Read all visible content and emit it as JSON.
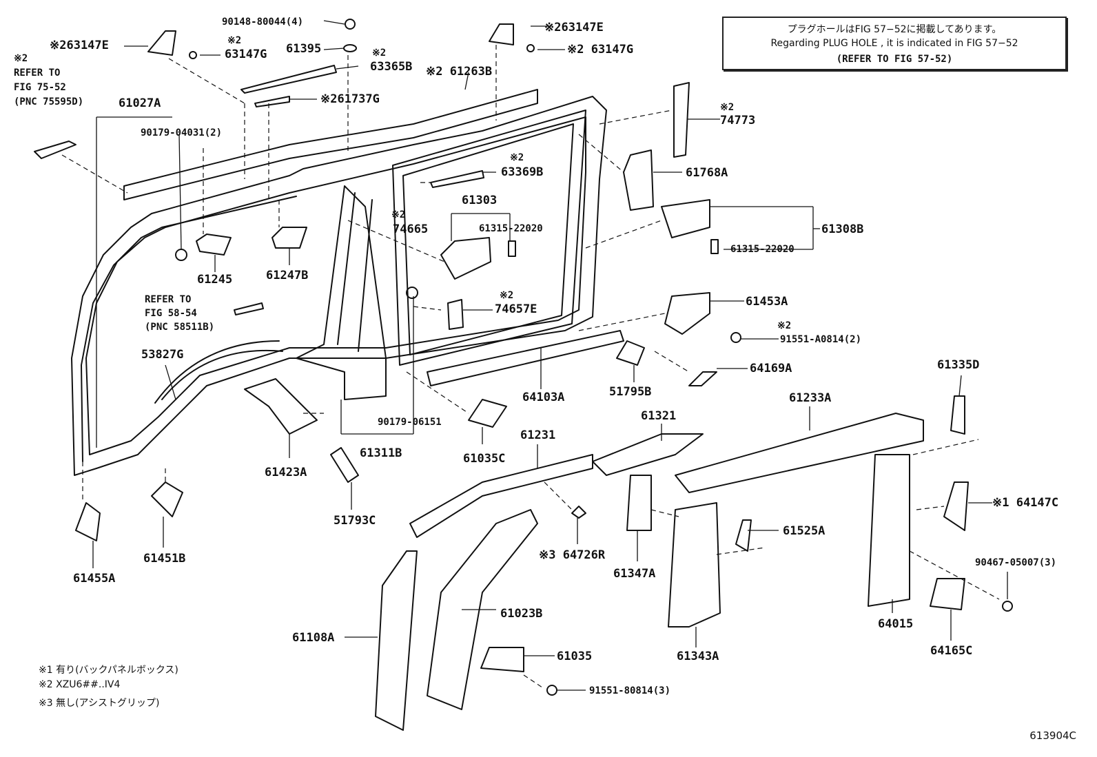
{
  "note": {
    "line_jp": "プラグホールはFIG 57−52に掲載してあります。",
    "line_en": "Regarding PLUG HOLE , it is indicated in FIG 57−52",
    "line_ref": "(REFER TO FIG 57-52)"
  },
  "refs": {
    "ref_75": [
      "※2",
      "REFER TO",
      "FIG 75-52",
      "(PNC 75595D)"
    ],
    "ref_58": [
      "REFER TO",
      "FIG 58-54",
      "(PNC 58511B)"
    ]
  },
  "labels": {
    "p90148": "90148-80044(4)",
    "p63147E_a": "※263147E",
    "p63147G_a_mark": "※2",
    "p63147G_a": "63147G",
    "p61395": "61395",
    "p63365B_mark": "※2",
    "p63365B": "63365B",
    "p61263B": "※2 61263B",
    "p61737G": "※261737G",
    "p61027A": "61027A",
    "p90179_04031": "90179-04031(2)",
    "p63147E_b": "※263147E",
    "p63147G_b": "※2 63147G",
    "p74773_mark": "※2",
    "p74773": "74773",
    "p63369B_mark": "※2",
    "p63369B": "63369B",
    "p61768A": "61768A",
    "p61303": "61303",
    "p61315_a": "61315-22020",
    "p74665_mark": "※2",
    "p74665": "74665",
    "p61308B": "61308B",
    "p61315_b": "61315-22020",
    "p61245": "61245",
    "p61247B": "61247B",
    "p74657E_mark": "※2",
    "p74657E": "74657E",
    "p61453A": "61453A",
    "p91551_A0814_mark": "※2",
    "p91551_A0814": "91551-A0814(2)",
    "p53827G": "53827G",
    "p64169A": "64169A",
    "p64103A": "64103A",
    "p51795B": "51795B",
    "p61335D": "61335D",
    "p61233A": "61233A",
    "p90179_06151": "90179-06151",
    "p61321": "61321",
    "p61231": "61231",
    "p61311B": "61311B",
    "p61035C": "61035C",
    "p61423A": "61423A",
    "p51793C": "51793C",
    "p64147C": "※1 64147C",
    "p61525A": "61525A",
    "p64726R": "※3 64726R",
    "p61451B": "61451B",
    "p61347A": "61347A",
    "p90467": "90467-05007(3)",
    "p61455A": "61455A",
    "p61023B": "61023B",
    "p64015": "64015",
    "p61108A": "61108A",
    "p64165C": "64165C",
    "p61035": "61035",
    "p61343A": "61343A",
    "p91551_80814": "91551-80814(3)"
  },
  "legend": [
    "※1 有り(バックパネルボックス)",
    "※2 XZU6##..IV4",
    "※3 無し(アシストグリップ)"
  ],
  "figure_id": "613904C"
}
